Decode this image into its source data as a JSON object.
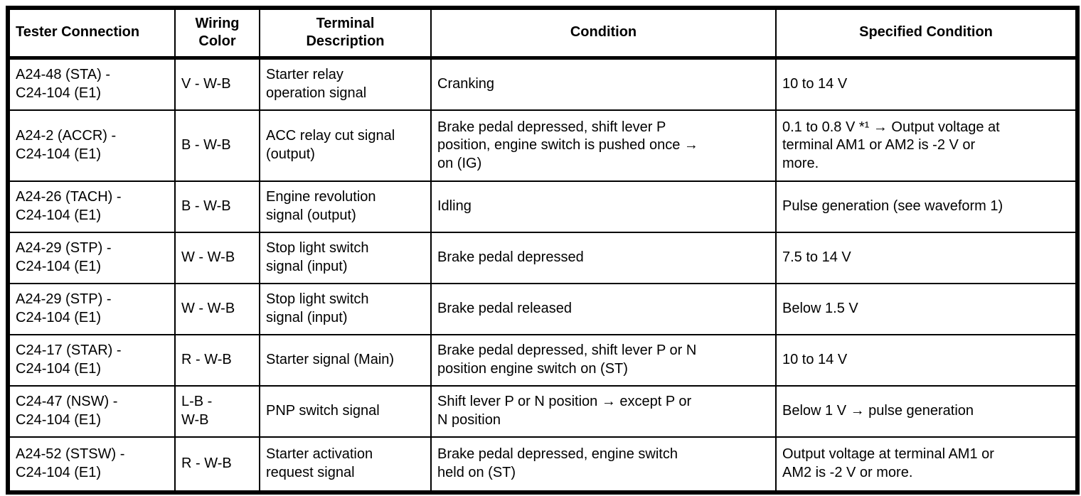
{
  "table": {
    "columns": [
      {
        "label": "Tester Connection"
      },
      {
        "label": "Wiring\nColor"
      },
      {
        "label": "Terminal\nDescription"
      },
      {
        "label": "Condition"
      },
      {
        "label": "Specified Condition"
      }
    ],
    "rows": [
      {
        "tester": "A24-48 (STA) -\nC24-104 (E1)",
        "wiring": "V - W-B",
        "terminal": "Starter relay\noperation signal",
        "condition": "Cranking",
        "specified": "10 to 14 V"
      },
      {
        "tester": "A24-2 (ACCR) -\nC24-104 (E1)",
        "wiring": "B - W-B",
        "terminal": "ACC relay cut signal\n(output)",
        "condition": "Brake pedal depressed, shift lever P\nposition, engine switch is pushed once →\non (IG)",
        "specified": "0.1 to 0.8 V *¹ → Output voltage at\nterminal AM1 or AM2 is -2 V or\nmore."
      },
      {
        "tester": "A24-26 (TACH) -\nC24-104 (E1)",
        "wiring": "B - W-B",
        "terminal": "Engine revolution\nsignal (output)",
        "condition": "Idling",
        "specified": "Pulse generation (see waveform 1)"
      },
      {
        "tester": "A24-29 (STP) -\nC24-104 (E1)",
        "wiring": "W - W-B",
        "terminal": "Stop light switch\nsignal (input)",
        "condition": "Brake pedal depressed",
        "specified": "7.5 to 14 V"
      },
      {
        "tester": "A24-29 (STP) -\nC24-104 (E1)",
        "wiring": "W - W-B",
        "terminal": "Stop light switch\nsignal (input)",
        "condition": "Brake pedal released",
        "specified": "Below 1.5 V"
      },
      {
        "tester": "C24-17 (STAR) -\nC24-104 (E1)",
        "wiring": "R - W-B",
        "terminal": "Starter signal (Main)",
        "condition": "Brake pedal depressed, shift lever P or N\nposition engine switch on (ST)",
        "specified": "10 to 14 V"
      },
      {
        "tester": "C24-47 (NSW) -\nC24-104 (E1)",
        "wiring": "L-B -\nW-B",
        "terminal": "PNP switch signal",
        "condition": "Shift lever P or N position → except P or\nN position",
        "specified": "Below 1 V → pulse generation"
      },
      {
        "tester": "A24-52 (STSW) -\nC24-104 (E1)",
        "wiring": "R - W-B",
        "terminal": "Starter activation\nrequest signal",
        "condition": "Brake pedal depressed, engine switch\nheld on (ST)",
        "specified": "Output voltage at terminal AM1 or\nAM2 is -2 V or more."
      }
    ]
  }
}
